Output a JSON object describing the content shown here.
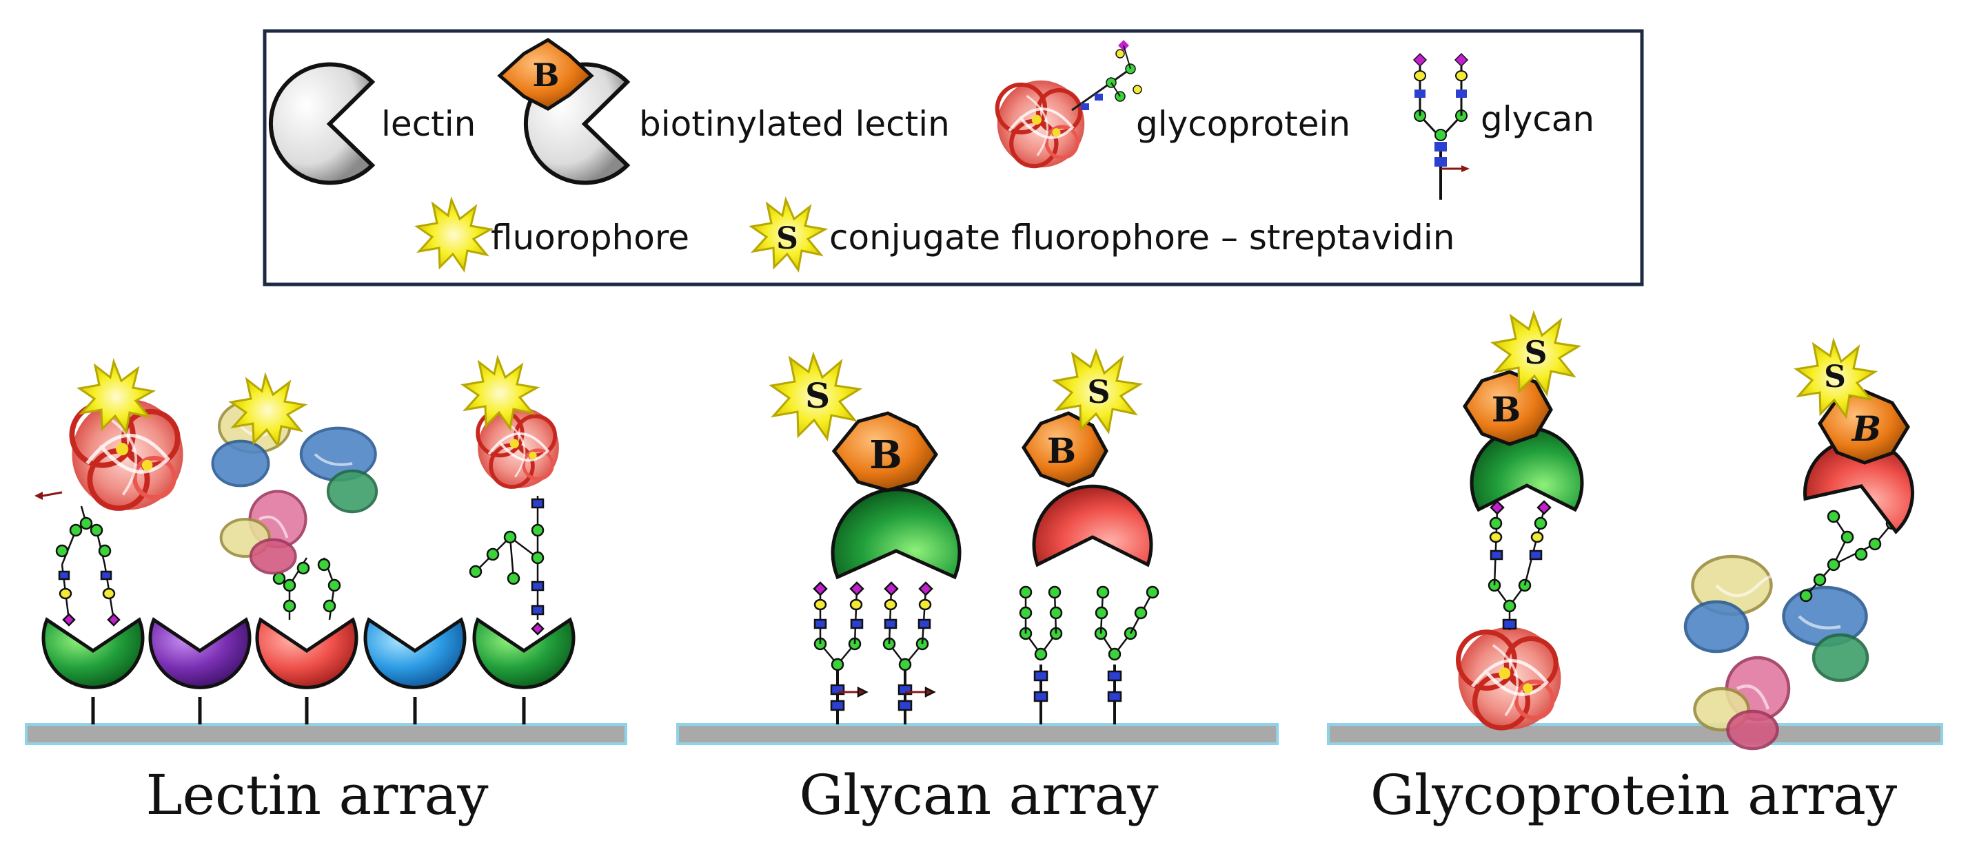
{
  "legend": {
    "lectin": "lectin",
    "biotinylated_lectin": "biotinylated lectin",
    "glycoprotein": "glycoprotein",
    "glycan": "glycan",
    "fluorophore": "fluorophore",
    "conjugate": "conjugate fluorophore – streptavidin"
  },
  "symbols": {
    "biotin": "B",
    "streptavidin": "S"
  },
  "panels": {
    "lectin_array": "Lectin array",
    "glycan_array": "Glycan array",
    "glycoprotein_array": "Glycoprotein array"
  },
  "colors": {
    "lectin_green": "#22a03c",
    "lectin_purple": "#7a2fb3",
    "lectin_red": "#f0504a",
    "lectin_blue": "#2c9be4",
    "lectin_white": "#e6e6e6",
    "biotin": "#ea7a16",
    "fluorophore": "#f7ef26",
    "glycoprotein": "#e4473e",
    "surface": "#a9a9a9",
    "surface_edge": "#8fd3e8",
    "glycan_green": "#3ad33a",
    "glycan_blue": "#2b3fd1",
    "glycan_yellow": "#f3ea36",
    "glycan_magenta": "#c21fd0"
  }
}
